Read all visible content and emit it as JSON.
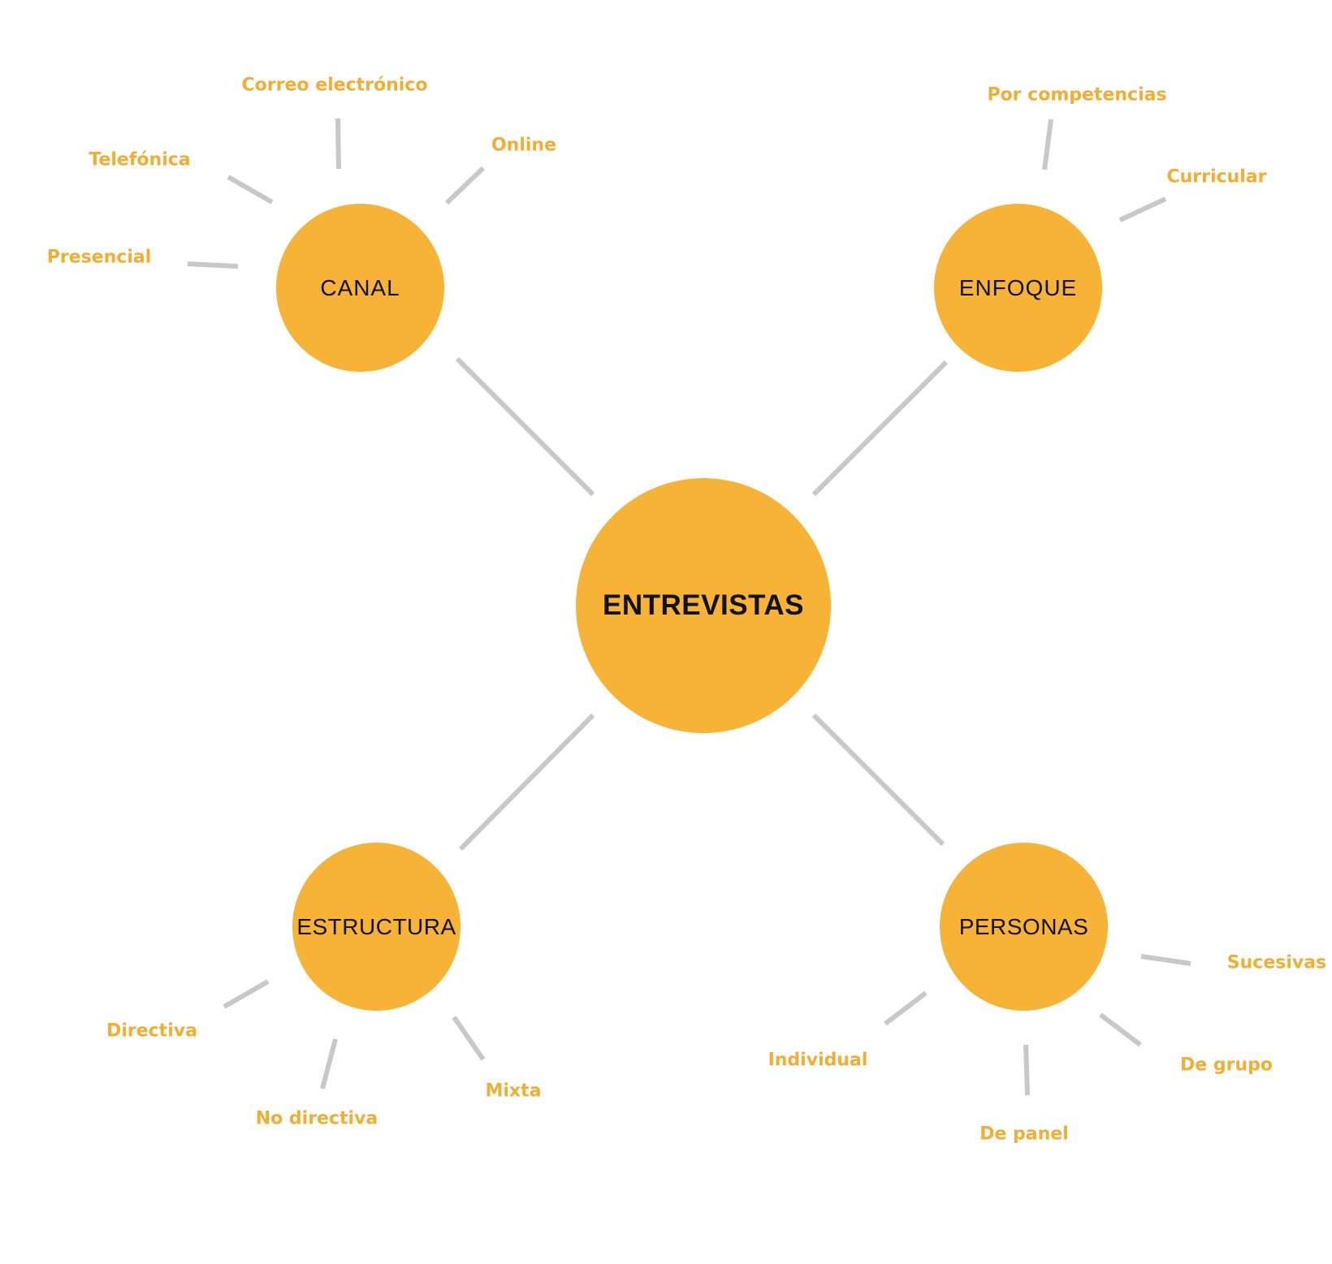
{
  "colors": {
    "node_fill": "#F6B336",
    "leaf_text": "#F2AE33",
    "connector": "#C8C8C8",
    "node_text": "#111111"
  },
  "center": {
    "label": "ENTREVISTAS"
  },
  "branches": [
    {
      "label": "CANAL",
      "leaves": [
        "Correo electrónico",
        "Online",
        "Telefónica",
        "Presencial"
      ]
    },
    {
      "label": "ENFOQUE",
      "leaves": [
        "Por competencias",
        "Curricular"
      ]
    },
    {
      "label": "ESTRUCTURA",
      "leaves": [
        "Directiva",
        "No directiva",
        "Mixta"
      ]
    },
    {
      "label": "PERSONAS",
      "leaves": [
        "Sucesivas",
        "Individual",
        "De grupo",
        "De panel"
      ]
    }
  ]
}
